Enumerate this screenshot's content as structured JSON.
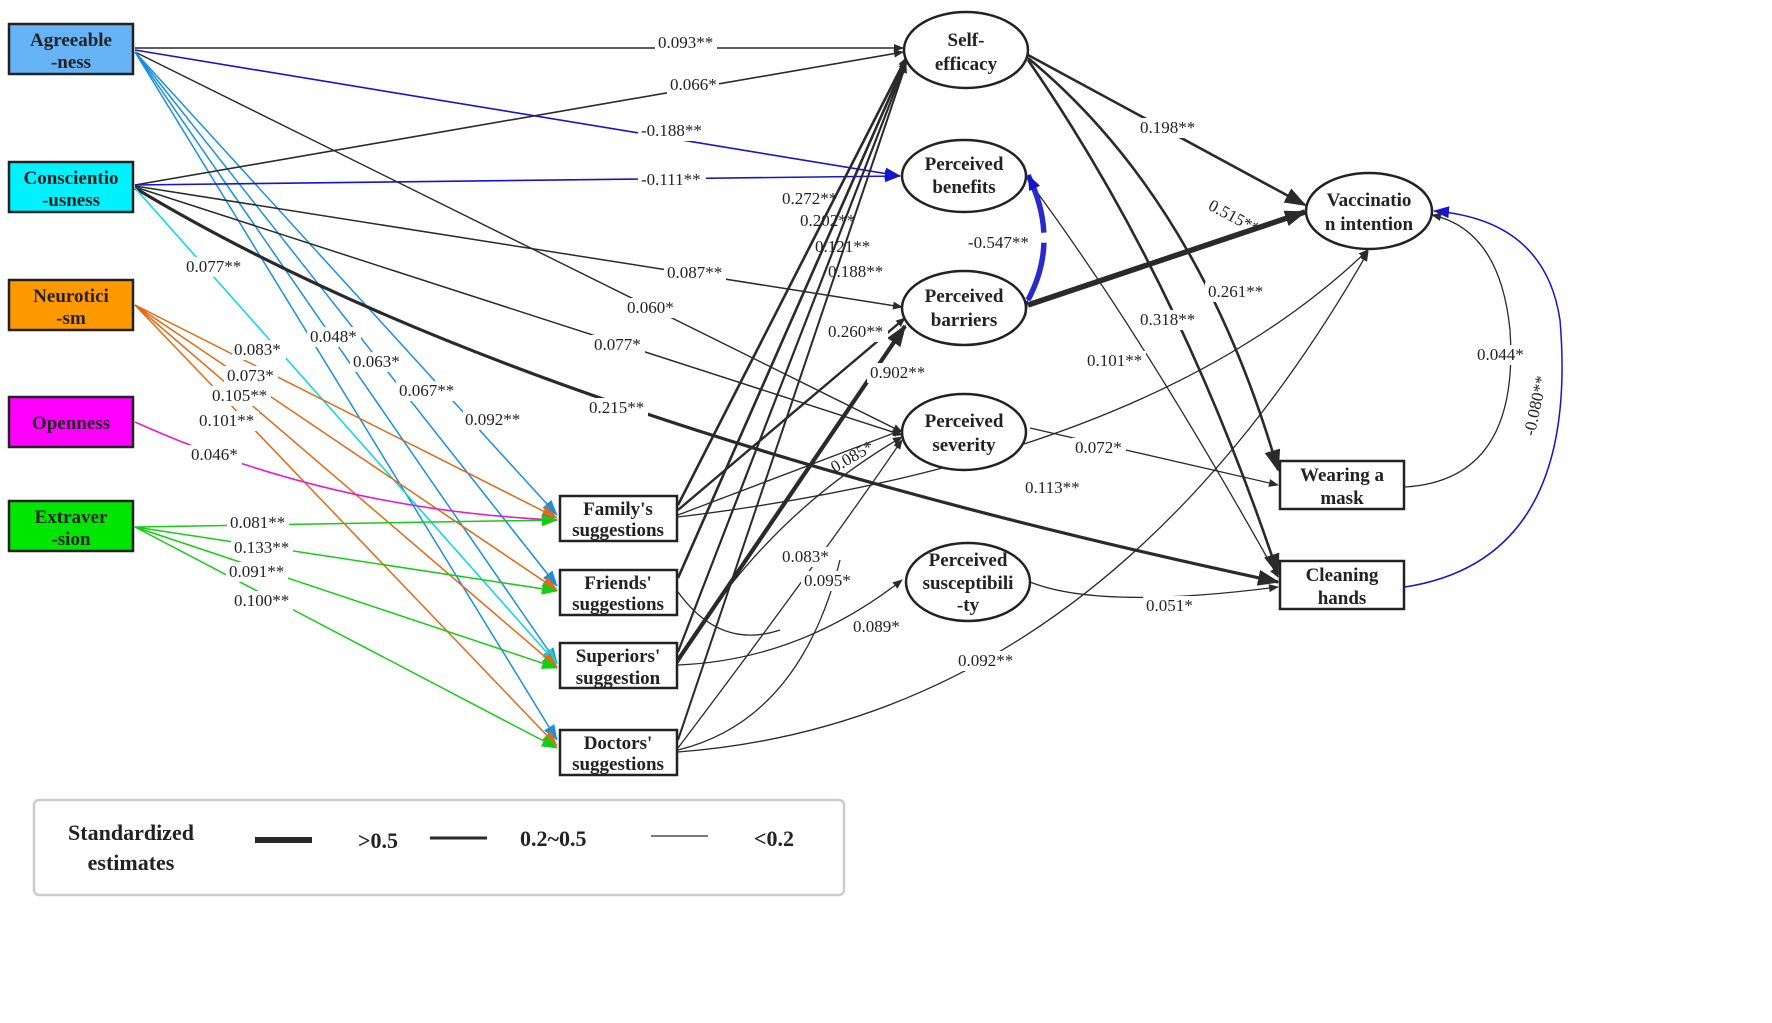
{
  "colors": {
    "dark": "#2a2a2a",
    "blue": "#1515cc",
    "sky": "#1a8fe0",
    "cyan": "#00e5f0",
    "orange": "#e26a12",
    "magenta": "#e020d0",
    "green": "#16cc16",
    "fill_agreeable": "#66b3f5",
    "fill_conscientiousness": "#00f2ff",
    "fill_neuroticism": "#ff9900",
    "fill_openness": "#ff00ff",
    "fill_extraversion": "#00e600"
  },
  "nodes": {
    "agreeableness": [
      "Agreeable",
      "-ness"
    ],
    "conscientiousness": [
      "Conscientio",
      "-usness"
    ],
    "neuroticism": [
      "Neurotici",
      "-sm"
    ],
    "openness": [
      "Openness"
    ],
    "extraversion": [
      "Extraver",
      "-sion"
    ],
    "family": [
      "Family's",
      "suggestions"
    ],
    "friends": [
      "Friends'",
      "suggestions"
    ],
    "superiors": [
      "Superiors'",
      "suggestion"
    ],
    "doctors": [
      "Doctors'",
      "suggestions"
    ],
    "self_efficacy": [
      "Self-",
      "efficacy"
    ],
    "benefits": [
      "Perceived",
      "benefits"
    ],
    "barriers": [
      "Perceived",
      "barriers"
    ],
    "severity": [
      "Perceived",
      "severity"
    ],
    "susceptibility": [
      "Perceived",
      "susceptibili",
      "-ty"
    ],
    "vaccination": [
      "Vaccinatio",
      "n intention"
    ],
    "mask": [
      "Wearing a",
      "mask"
    ],
    "hands": [
      "Cleaning",
      "hands"
    ]
  },
  "coefficients": {
    "a_se": "0.093**",
    "c_se": "0.066*",
    "a_ben": "-0.188**",
    "c_ben": "-0.111**",
    "se_vac": "0.198**",
    "fam_se": "0.272**",
    "fr_se": "0.202**",
    "sup_se": "0.121**",
    "doc_se": "0.188**",
    "ben_bar": "-0.547**",
    "bar_vac": "0.515**",
    "c_fr": "0.077**",
    "c_bar": "0.087**",
    "a_sev": "0.060*",
    "c_sev": "0.077*",
    "sup_bar": "0.260**",
    "sup_sev": "0.902**",
    "se_mask": "0.261**",
    "se_hands": "0.318**",
    "ben_hands": "0.101**",
    "mask_vac": "0.044*",
    "hands_vac": "-0.080**",
    "a_sup": "0.048*",
    "a_doc": "0.063*",
    "a_fr": "0.067**",
    "a_fam": "0.092**",
    "c_hands": "0.215**",
    "n_fam": "0.083*",
    "n_fr": "0.073*",
    "n_sup": "0.105**",
    "n_doc": "0.101**",
    "o_fam": "0.046*",
    "sev_mask": "0.072*",
    "fam_vac": "0.113**",
    "doc_sev": "0.085*",
    "e_fam": "0.081**",
    "e_fr": "0.133**",
    "e_sup": "0.091**",
    "e_doc": "0.100**",
    "fr_sus": "0.083*",
    "doc_sus": "0.095*",
    "sup_sus": "0.089*",
    "sus_hands": "0.051*",
    "doc_vac": "0.092**"
  },
  "legend": {
    "title": [
      "Standardized",
      "estimates"
    ],
    "thick": ">0.5",
    "medium": "0.2~0.5",
    "thin": "<0.2"
  }
}
